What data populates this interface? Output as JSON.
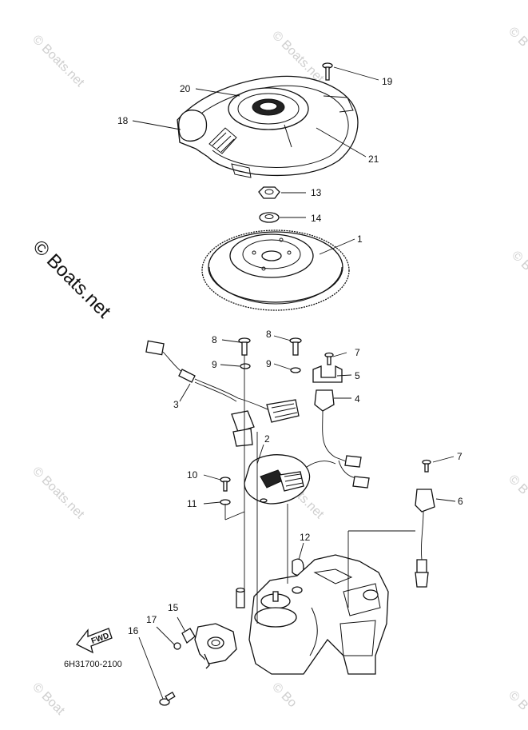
{
  "watermark": {
    "main": "© Boats.net",
    "repeat": "© Boats.net",
    "repeat_right": "© B",
    "repeat_bottom_left": "© Boat",
    "repeat_bottom_mid": "© Bo"
  },
  "diagram_code": "6H31700-2100",
  "direction_arrow": "FWD",
  "callouts": {
    "c1": "1",
    "c2": "2",
    "c3": "3",
    "c4": "4",
    "c5": "5",
    "c6": "6",
    "c7a": "7",
    "c7b": "7",
    "c8a": "8",
    "c8b": "8",
    "c9a": "9",
    "c9b": "9",
    "c10": "10",
    "c11": "11",
    "c12": "12",
    "c13": "13",
    "c14": "14",
    "c15": "15",
    "c16": "16",
    "c17": "17",
    "c18": "18",
    "c19": "19",
    "c20": "20",
    "c21": "21"
  }
}
